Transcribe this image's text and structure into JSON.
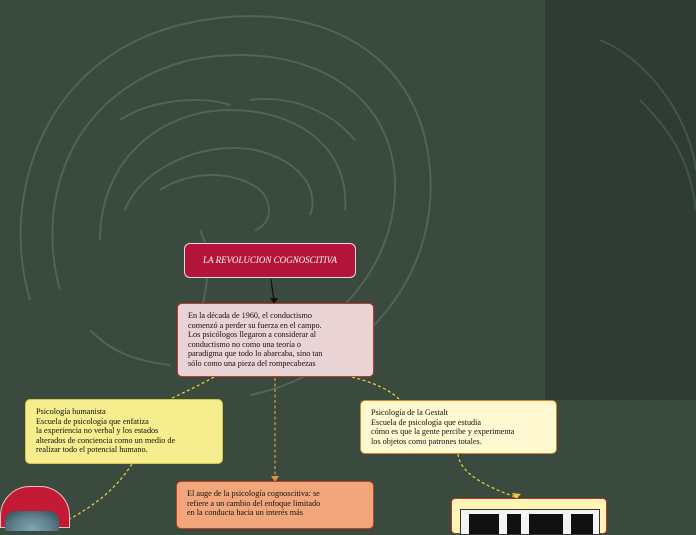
{
  "map": {
    "root": {
      "label": "LA REVOLUCION COGNOSCITIVA"
    },
    "main": {
      "lines": [
        "En la década de 1960, el conductismo",
        "comenzó a perder su fuerza en el campo.",
        "Los psicólogos llegaron a considerar al",
        "conductismo no como una teoría o",
        "paradigma que todo lo abarcaba, sino tan",
        "sólo como una pieza del rompecabezas"
      ]
    },
    "left": {
      "lines": [
        "Psicología humanista",
        "Escuela de psicología que enfatiza",
        "la experiencia no verbal y los estados",
        "alterados de conciencia como un medio de",
        "realizar todo el potencial humano."
      ]
    },
    "right": {
      "lines": [
        "Psicología de la Gestalt",
        "Escuela de psicología que estudia",
        "cómo es que la gente percibe y experimenta",
        "los objetos como patrones totales."
      ]
    },
    "bottom": {
      "lines": [
        "El auge de la psicología cognoscitiva:  se",
        "refiere a un cambio del enfoque limitado",
        "en la conducta hacia un interés más"
      ]
    }
  },
  "colors": {
    "background": "#3a4a3e",
    "root_fill": "#b5143a",
    "main_fill": "#ead3d5",
    "left_fill": "#f5ed8e",
    "right_fill": "#fff8d0",
    "bottom_fill": "#f1a77b",
    "connector_dashed": "#e8c93a",
    "connector_solid": "#111111"
  }
}
